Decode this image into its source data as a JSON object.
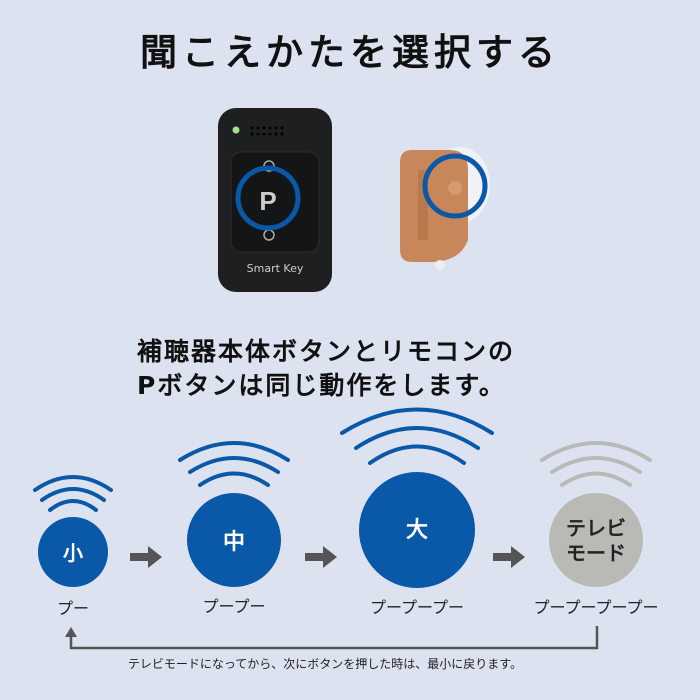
{
  "title": "聞こえかたを選択する",
  "devices": {
    "remote_logo": "Smart Key",
    "remote_button": "P"
  },
  "description": {
    "line1": "補聴器本体ボタンとリモコンの",
    "line2": "Pボタンは同じ動作をします。"
  },
  "modes": [
    {
      "label": "小",
      "sound": "プー",
      "color": "#0a58a8"
    },
    {
      "label": "中",
      "sound": "プープー",
      "color": "#0a58a8"
    },
    {
      "label": "大",
      "sound": "プープープー",
      "color": "#0a58a8"
    },
    {
      "label_line1": "テレビ",
      "label_line2": "モード",
      "sound": "プープープープー",
      "color": "#b9b9b6"
    }
  ],
  "note": "テレビモードになってから、次にボタンを押した時は、最小に戻ります。",
  "colors": {
    "background": "#dde2f0",
    "accent": "#0a58a8",
    "arrow": "#555555"
  }
}
